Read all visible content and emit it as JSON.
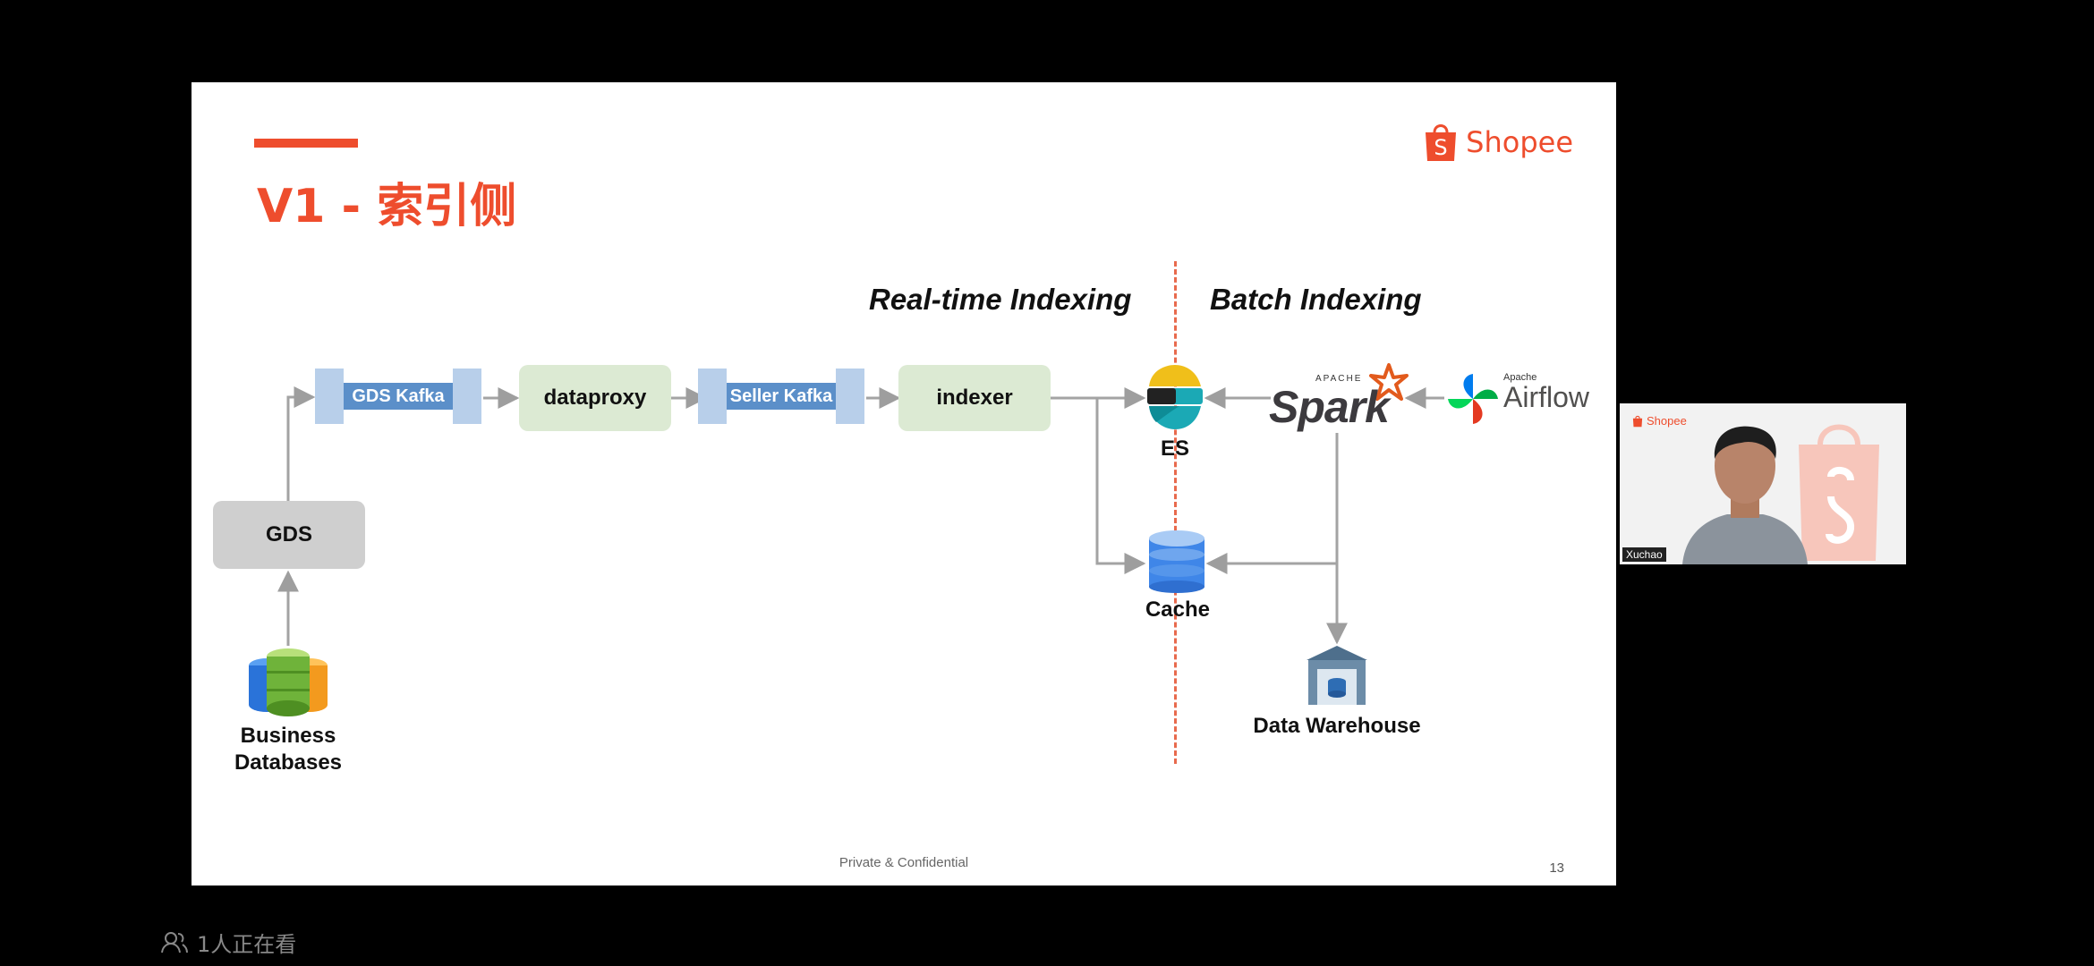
{
  "slide": {
    "title": "V1 - 索引侧",
    "brand": "Shopee",
    "footer": "Private & Confidential",
    "page_number": "13",
    "sections": {
      "realtime": "Real-time Indexing",
      "batch": "Batch Indexing"
    },
    "nodes": {
      "gds_kafka": "GDS Kafka",
      "dataproxy": "dataproxy",
      "seller_kafka": "Seller Kafka",
      "indexer": "indexer",
      "gds": "GDS",
      "es": "ES",
      "cache": "Cache",
      "business_db_line1": "Business",
      "business_db_line2": "Databases",
      "data_warehouse": "Data Warehouse",
      "spark_small": "APACHE",
      "spark": "Spark",
      "airflow_small": "Apache",
      "airflow": "Airflow"
    },
    "colors": {
      "accent": "#EE4D2D",
      "node_green": "#DCEAD3",
      "node_gray": "#CFCFCF",
      "kafka_blue": "#5B8FC9"
    }
  },
  "video": {
    "presenter_name": "Xuchao",
    "brand": "Shopee"
  },
  "status": {
    "viewers": "1人正在看"
  }
}
